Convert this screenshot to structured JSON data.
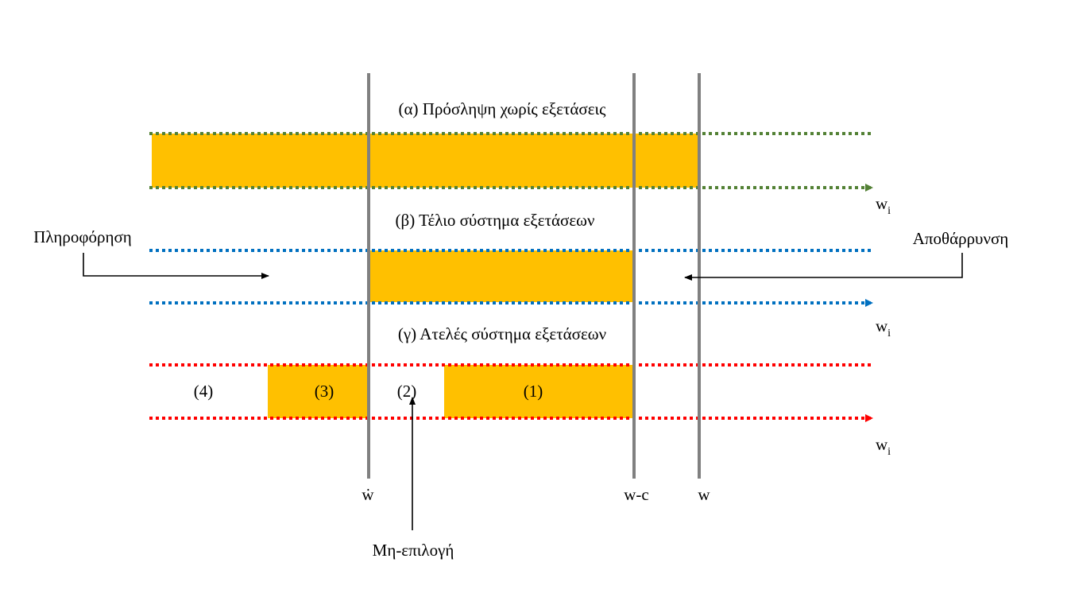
{
  "colors": {
    "fill": "#FFC000",
    "green": "#538135",
    "blue": "#0070C0",
    "red": "#FF0000",
    "gray": "#808080"
  },
  "panels": {
    "a": {
      "title": "(α) Πρόσληψη χωρίς εξετάσεις"
    },
    "b": {
      "title": "(β) Τέλιο σύστημα εξετάσεων"
    },
    "c": {
      "title": "(γ) Ατελές σύστημα εξετάσεων"
    }
  },
  "axis": {
    "var": "w",
    "sub": "i"
  },
  "regions": {
    "r1": "(1)",
    "r2": "(2)",
    "r3": "(3)",
    "r4": "(4)"
  },
  "thresholds": {
    "t1": "ẇ",
    "t2": "w-c",
    "t3": "w"
  },
  "annotations": {
    "left": "Πληροφόρηση",
    "right": "Αποθάρρυνση",
    "bottom": "Μη-επιλογή"
  }
}
